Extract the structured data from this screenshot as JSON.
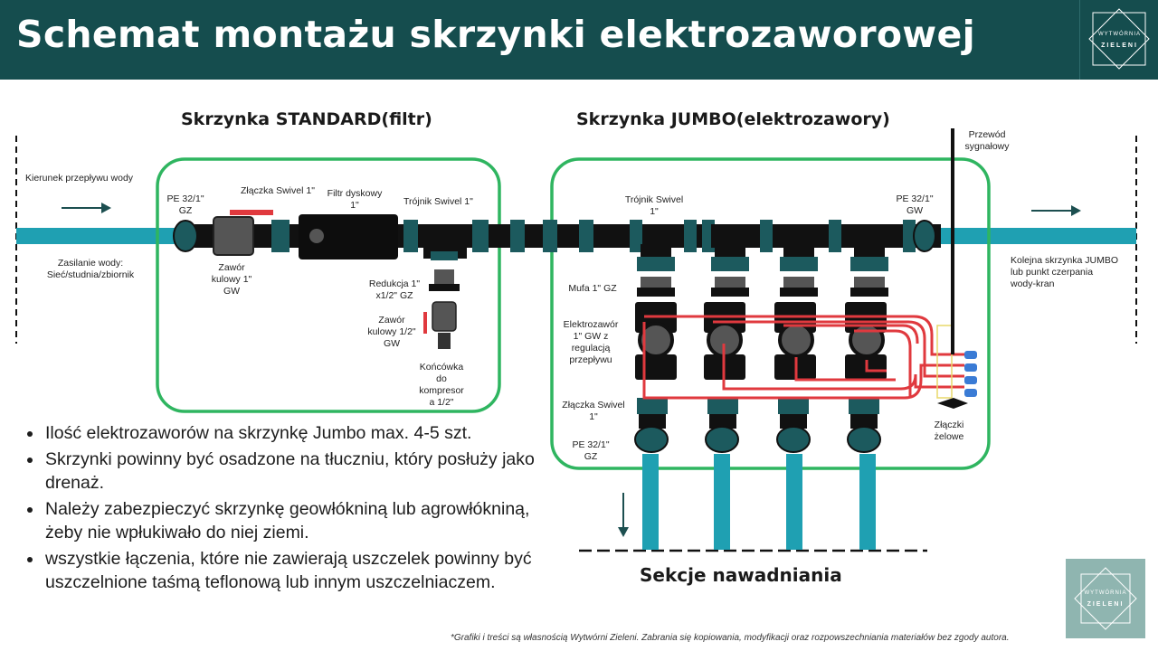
{
  "header": {
    "title": "Schemat montażu skrzynki elektrozaworowej"
  },
  "logo": {
    "line1": "WYTWÓRNIA",
    "line2": "ZIELENI"
  },
  "boxes": {
    "standard_title": "Skrzynka STANDARD(filtr)",
    "jumbo_title": "Skrzynka JUMBO(elektrozawory)"
  },
  "labels": {
    "flow_direction": "Kierunek  przepływu wody",
    "supply_1": "Zasilanie wody:",
    "supply_2": "Sieć/studnia/zbiornik",
    "pe_left_1": "PE 32/1\"",
    "pe_left_2": "GZ",
    "swivel_top": "Złączka Swivel 1\"",
    "filter_1": "Filtr dyskowy",
    "filter_2": "1\"",
    "tee_std": "Trójnik Swivel 1\"",
    "ball_1": "Zawór",
    "ball_2": "kulowy 1\"",
    "ball_3": "GW",
    "reduction_1": "Redukcja 1\"",
    "reduction_2": "x1/2\" GZ",
    "ball_small_1": "Zawór",
    "ball_small_2": "kulowy 1/2\"",
    "ball_small_3": "GW",
    "compressor_1": "Końcówka",
    "compressor_2": "do",
    "compressor_3": "kompresor",
    "compressor_4": "a 1/2\"",
    "tee_jumbo_1": "Trójnik Swivel",
    "tee_jumbo_2": "1\"",
    "pe_right_1": "PE 32/1\"",
    "pe_right_2": "GW",
    "signal_1": "Przewód",
    "signal_2": "sygnałowy",
    "next_1": "Kolejna skrzynka JUMBO",
    "next_2": "lub punkt czerpania",
    "next_3": "wody-kran",
    "mufa": "Mufa 1\" GZ",
    "valve_1": "Elektrozawór",
    "valve_2": "1\" GW z",
    "valve_3": "regulacją",
    "valve_4": "przepływu",
    "swivel_bottom_1": "Złączka Swivel",
    "swivel_bottom_2": "1\"",
    "pe_bottom_1": "PE 32/1\"",
    "pe_bottom_2": "GZ",
    "gel_1": "Złączki",
    "gel_2": "żelowe"
  },
  "bullets": [
    "Ilość elektrozaworów na skrzynkę Jumbo max. 4-5 szt.",
    "Skrzynki powinny być osadzone na tłuczniu, który posłuży jako drenaż.",
    "Należy zabezpieczyć skrzynkę geowłókniną lub agrowłókniną, żeby nie wpłukiwało do niej ziemi.",
    "wszystkie łączenia, które nie zawierają uszczelek powinny być uszczelnione taśmą teflonową lub innym uszczelniaczem."
  ],
  "sections": "Sekcje nawadniania",
  "footnote": "*Grafiki i treści są własnością Wytwórni Zieleni. Zabrania się kopiowania, modyfikacji oraz rozpowszechniania materiałów bez zgody autora.",
  "colors": {
    "header": "#154d4e",
    "pipe": "#1fa0b2",
    "box_border": "#2fb560",
    "wire": "#e0393e",
    "fitting_teal": "#1c5a5e"
  }
}
